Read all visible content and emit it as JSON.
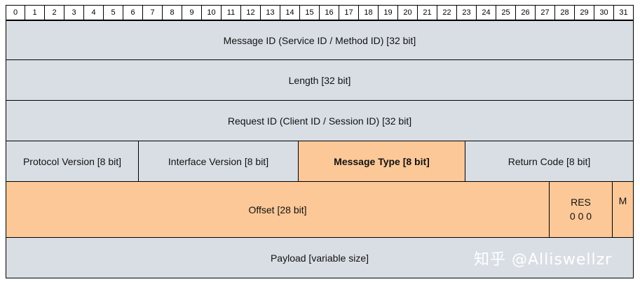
{
  "bit_header": [
    "0",
    "1",
    "2",
    "3",
    "4",
    "5",
    "6",
    "7",
    "8",
    "9",
    "10",
    "11",
    "12",
    "13",
    "14",
    "15",
    "16",
    "17",
    "18",
    "19",
    "20",
    "21",
    "22",
    "23",
    "24",
    "25",
    "26",
    "27",
    "28",
    "29",
    "30",
    "31"
  ],
  "rows": {
    "message_id": "Message ID (Service ID / Method ID) [32 bit]",
    "length": "Length [32 bit]",
    "request_id": "Request ID (Client ID / Session ID) [32 bit]",
    "protocol_version": "Protocol Version [8 bit]",
    "interface_version": "Interface Version [8 bit]",
    "message_type": "Message Type [8 bit]",
    "return_code": "Return Code [8 bit]",
    "offset": "Offset [28 bit]",
    "res_label": "RES",
    "res_value": "0 0 0",
    "m_flag": "M",
    "payload": "Payload [variable size]"
  },
  "watermark": "知乎 @Alliswellzr",
  "colors": {
    "blue_gray": "#d9dee5",
    "orange": "#fcc898",
    "border": "#000000"
  }
}
